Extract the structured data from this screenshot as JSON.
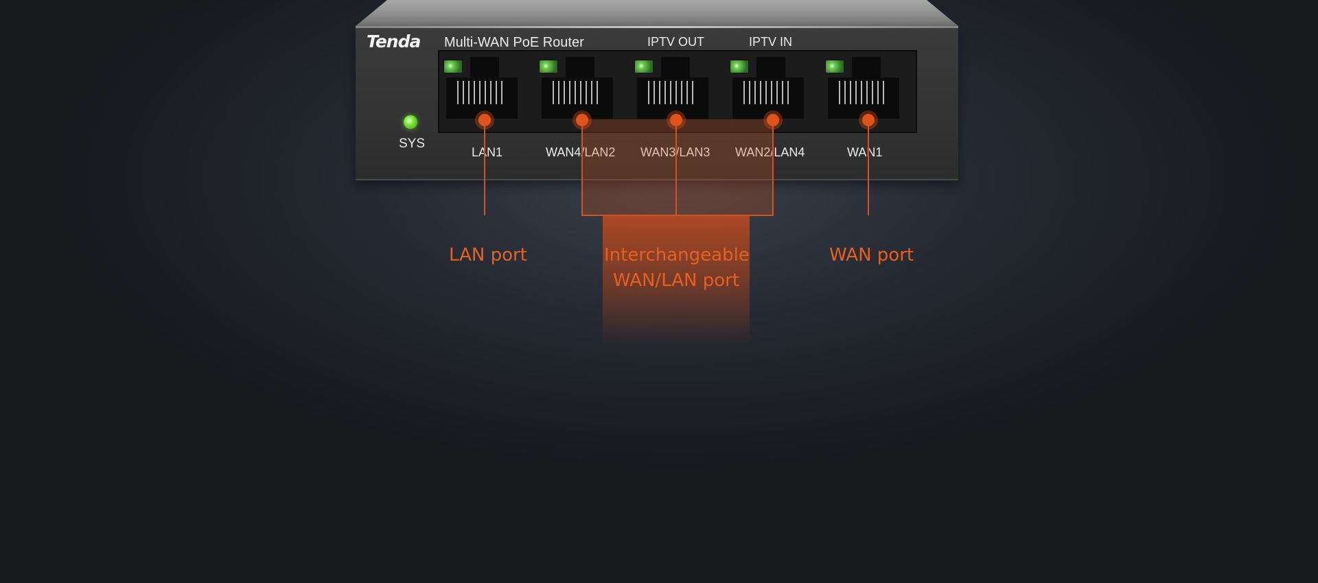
{
  "device": {
    "brand": "Tenda",
    "model": "Multi-WAN PoE Router",
    "header_labels": [
      "IPTV OUT",
      "IPTV IN"
    ],
    "sys_label": "SYS",
    "ports": [
      {
        "label": "LAN1"
      },
      {
        "label": "WAN4/LAN2"
      },
      {
        "label": "WAN3/LAN3"
      },
      {
        "label": "WAN2/LAN4"
      },
      {
        "label": "WAN1"
      }
    ]
  },
  "callouts": {
    "lan": "LAN port",
    "interchangeable_line1": "Interchangeable",
    "interchangeable_line2": "WAN/LAN port",
    "wan": "WAN port"
  },
  "colors": {
    "accent": "#e8601f",
    "led_green": "#7bea3a",
    "body": "#333333"
  }
}
